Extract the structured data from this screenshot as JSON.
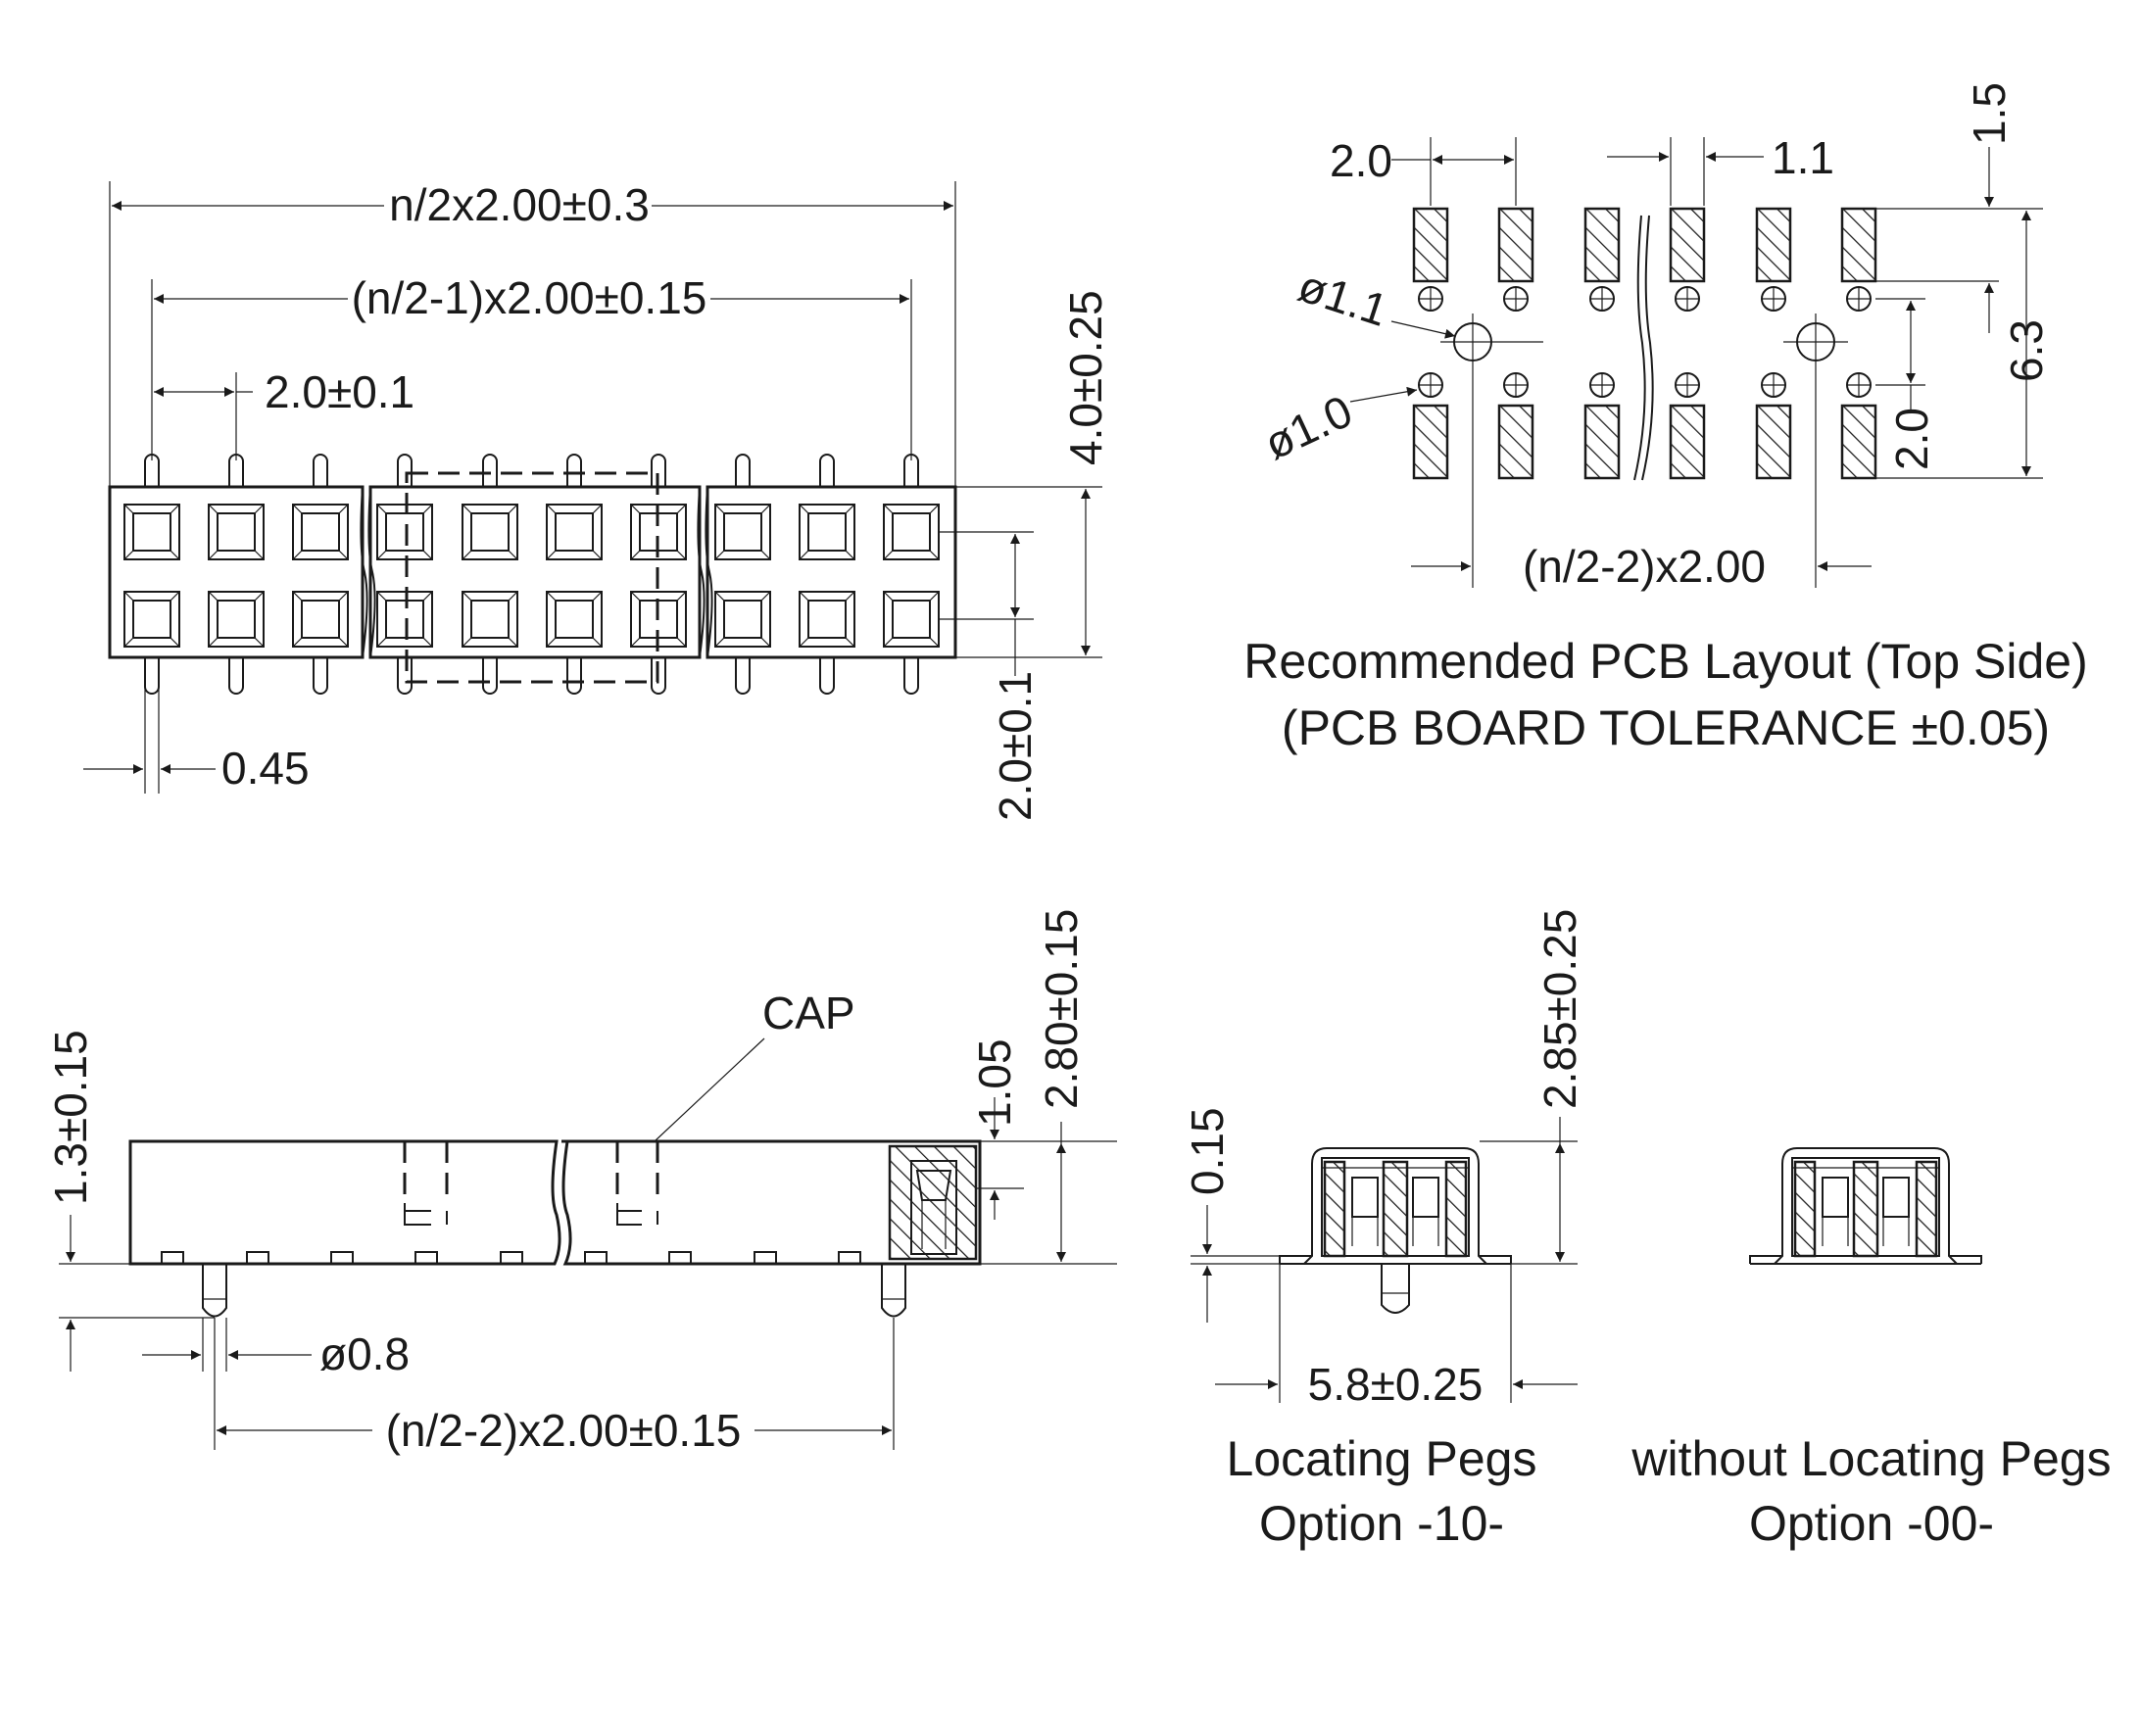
{
  "top_view": {
    "dim_overall": "n/2x2.00±0.3",
    "dim_inner": "(n/2-1)x2.00±0.15",
    "dim_pitch": "2.0±0.1",
    "dim_pin": "0.45",
    "dim_height": "4.0±0.25",
    "dim_row_pitch": "2.0±0.1"
  },
  "pcb_layout": {
    "dim_pad_pitch": "2.0",
    "dim_pad_width": "1.1",
    "dim_pad_length": "1.5",
    "dim_pad_span": "6.3",
    "dim_row_pitch": "2.0",
    "dim_hole_large": "ø1.1",
    "dim_hole_small": "ø1.0",
    "dim_peg_span": "(n/2-2)x2.00",
    "caption_line1": "Recommended PCB Layout (Top Side)",
    "caption_line2": "(PCB BOARD TOLERANCE ±0.05)"
  },
  "side_view": {
    "label_cap": "CAP",
    "dim_peg_height": "1.3±0.15",
    "dim_cap_height": "1.05",
    "dim_total_height": "2.80±0.15",
    "dim_peg_dia": "ø0.8",
    "dim_peg_span": "(n/2-2)x2.00±0.15"
  },
  "end_view": {
    "dim_standoff": "0.15",
    "dim_height": "2.85±0.25",
    "dim_width": "5.8±0.25",
    "option_a_line1": "Locating Pegs",
    "option_a_line2": "Option -10-",
    "option_b_line1": "without Locating Pegs",
    "option_b_line2": "Option -00-"
  }
}
